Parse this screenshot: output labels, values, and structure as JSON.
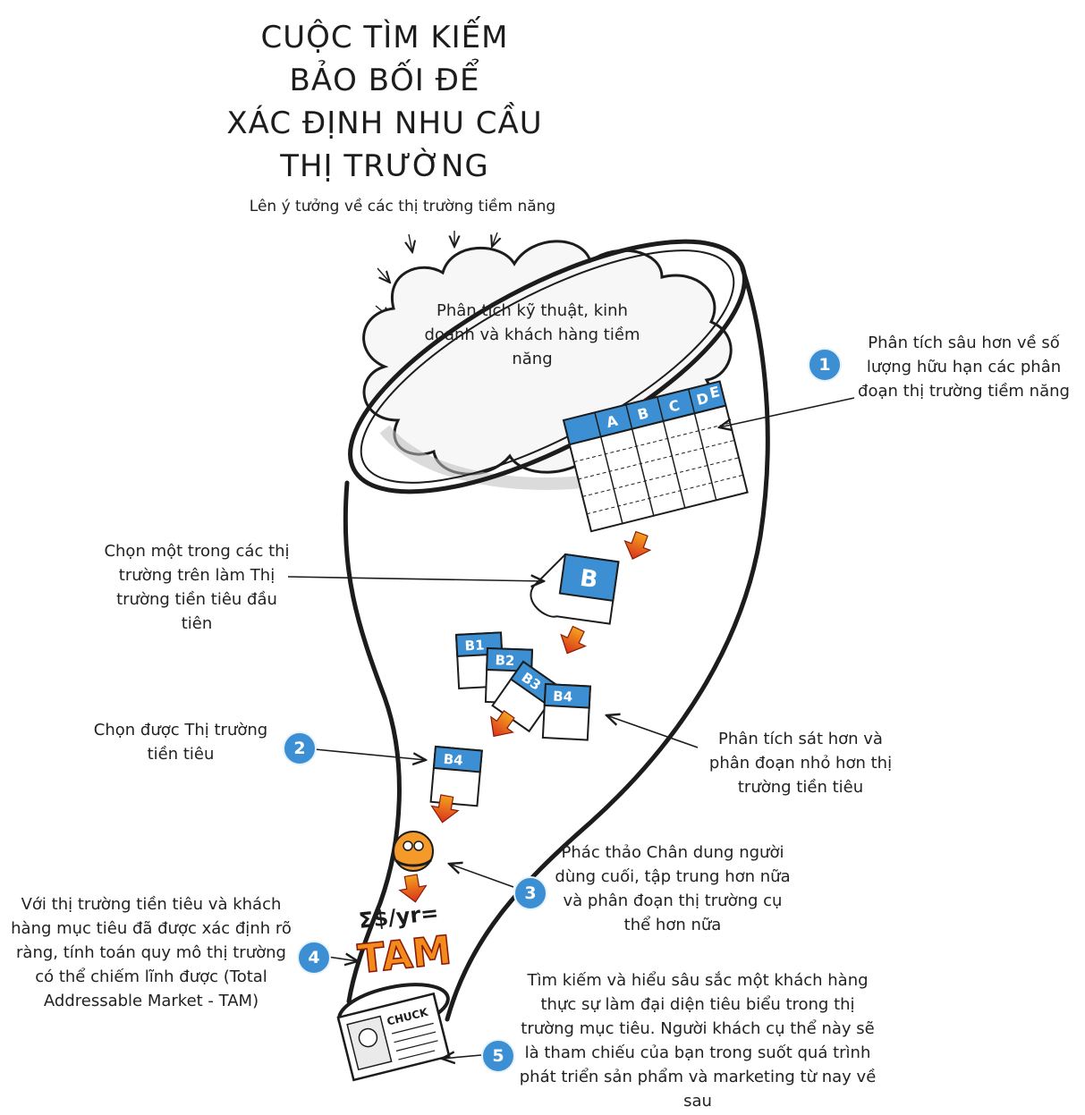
{
  "title": {
    "line1": "CUỘC TÌM KIẾM",
    "line2": "BẢO BỐI ĐỂ",
    "line3": "XÁC ĐỊNH NHU CẦU",
    "line4": "THỊ TRƯỜNG"
  },
  "top_caption": "Lên ý tưởng về các thị trường tiềm năng",
  "cloud_text": "Phân tích kỹ thuật, kinh doanh và khách hàng tiềm năng",
  "table_columns": [
    "A",
    "B",
    "C",
    "D",
    "E"
  ],
  "selected_segment": "B",
  "sub_segments": [
    "B1",
    "B2",
    "B3",
    "B4"
  ],
  "chosen_segment": "B4",
  "tam_formula": "Σ$/yr=",
  "tam_label": "TAM",
  "persona_name": "CHUCK",
  "annotations": {
    "a1": "Phân tích sâu hơn về số lượng hữu hạn các phân đoạn thị trường tiềm năng",
    "choose_one": "Chọn một trong các thị trường trên làm Thị trường tiền tiêu đầu tiên",
    "a2": "Chọn được Thị trường tiền tiêu",
    "refine": "Phân tích sát hơn và phân đoạn nhỏ hơn thị trường tiền tiêu",
    "a3": "Phác thảo Chân dung người dùng cuối, tập trung hơn nữa và phân đoạn thị trường cụ thể hơn nữa",
    "a4": "Với thị trường tiền tiêu và khách hàng mục tiêu đã được xác định rõ ràng, tính toán quy mô thị trường có thể chiếm lĩnh được (Total Addressable Market - TAM)",
    "a5": "Tìm kiếm và hiểu sâu sắc một khách hàng thực sự làm đại diện tiêu biểu trong thị trường mục tiêu. Người khách cụ thể này sẽ là tham chiếu của bạn trong suốt quá trình phát triển sản phẩm và marketing từ nay về sau"
  },
  "badges": [
    "1",
    "2",
    "3",
    "4",
    "5"
  ],
  "colors": {
    "accent_blue": "#3b8fd2",
    "arrow_red": "#e0401f",
    "arrow_orange": "#f28a1c",
    "outline": "#1c1c1c"
  }
}
